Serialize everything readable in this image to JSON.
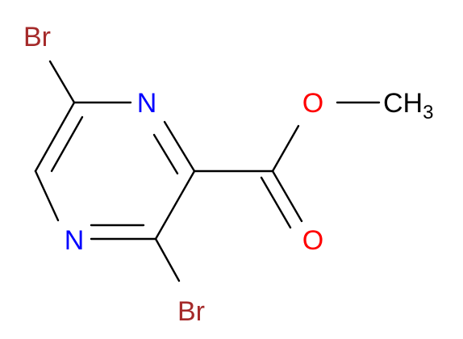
{
  "molecule": {
    "atoms": {
      "br_top": {
        "text": "Br",
        "color": "#a52a2a"
      },
      "br_bottom": {
        "text": "Br",
        "color": "#a52a2a"
      },
      "n_top": {
        "text": "N",
        "color": "#0000ff"
      },
      "n_bottom": {
        "text": "N",
        "color": "#0000ff"
      },
      "o_ether": {
        "text": "O",
        "color": "#ff0000"
      },
      "o_carbonyl": {
        "text": "O",
        "color": "#ff0000"
      },
      "methyl": {
        "text": "CH",
        "subscript": "3",
        "color": "#000000"
      }
    },
    "bond_color": "#000000"
  }
}
